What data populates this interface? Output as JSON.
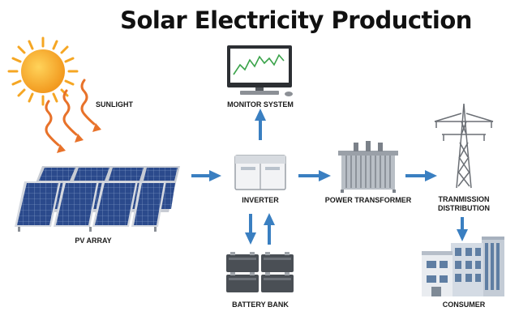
{
  "title": "Solar Electricity Production",
  "labels": {
    "sunlight": "SUNLIGHT",
    "pv_array": "PV ARRAY",
    "monitor_system": "MONITOR SYSTEM",
    "inverter": "INVERTER",
    "battery_bank": "BATTERY BANK",
    "power_transformer": "POWER TRANSFORMER",
    "transmission_line1": "TRANMISSION",
    "transmission_line2": "DISTRIBUTION",
    "consumer": "CONSUMER"
  },
  "colors": {
    "arrow": "#3a7fc1",
    "sun": "#f5a623",
    "sun_ray": "#e8722a",
    "panel": "#2b4a8c",
    "panel_frame": "#c8ccd4",
    "battery": "#4a4f55",
    "transformer": "#b9bfc6",
    "tower": "#6b6f75"
  },
  "icons": {
    "sun": "sun-icon",
    "panel": "solar-panel-icon",
    "monitor": "monitor-icon",
    "inverter": "inverter-icon",
    "battery": "battery-icon",
    "transformer": "transformer-icon",
    "tower": "transmission-tower-icon",
    "building": "building-icon"
  }
}
